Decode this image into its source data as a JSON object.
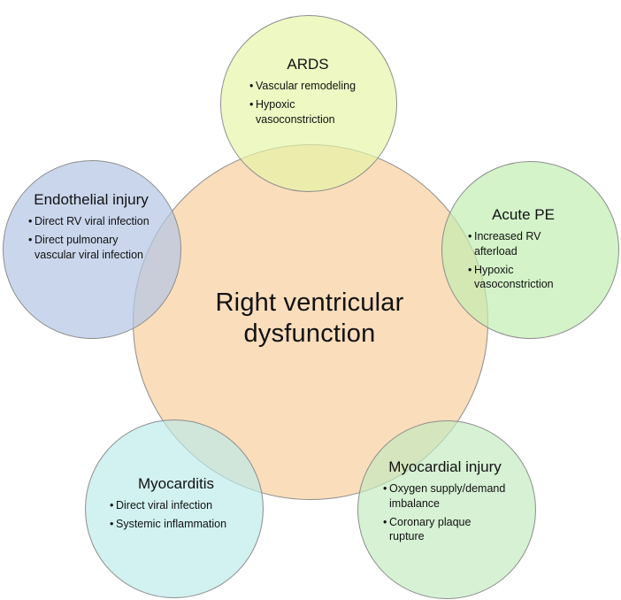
{
  "center": {
    "title_line1": "Right ventricular",
    "title_line2": "dysfunction"
  },
  "nodes": {
    "ards": {
      "title": "ARDS",
      "items": [
        "Vascular remodeling",
        "Hypoxic vasoconstriction"
      ]
    },
    "acute_pe": {
      "title": "Acute PE",
      "items": [
        "Increased RV afterload",
        "Hypoxic vasoconstriction"
      ]
    },
    "myocardial_injury": {
      "title": "Myocardial injury",
      "items": [
        "Oxygen supply/demand imbalance",
        "Coronary plaque rupture"
      ]
    },
    "myocarditis": {
      "title": "Myocarditis",
      "items": [
        "Direct viral infection",
        "Systemic inflammation"
      ]
    },
    "endothelial_injury": {
      "title": "Endothelial injury",
      "items": [
        "Direct RV viral infection",
        "Direct pulmonary vascular viral infection"
      ]
    }
  },
  "colors": {
    "center_fill": "#f7c58a",
    "ards_fill": "#e5f4a7",
    "acute_pe_fill": "#bfeeb0",
    "myocardial_fill": "#c3ebc0",
    "myocarditis_fill": "#bdeaea",
    "endothelial_fill": "#b6c6e5"
  }
}
